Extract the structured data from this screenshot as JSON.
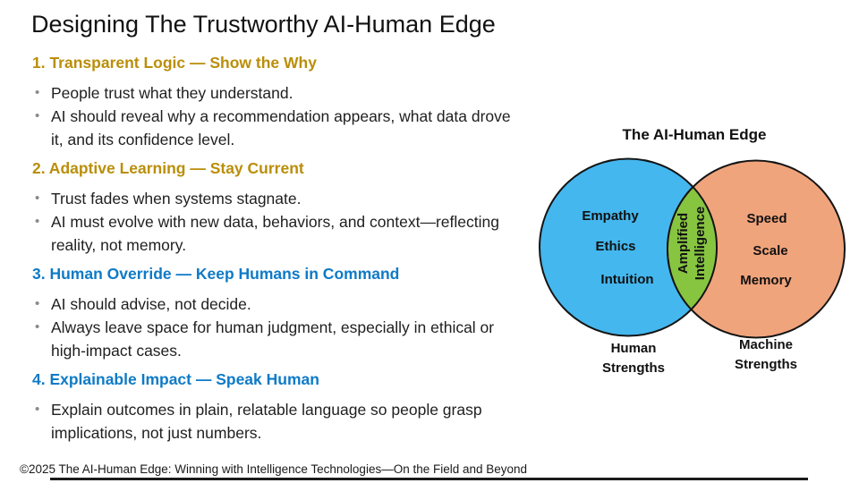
{
  "slide": {
    "title": "Designing The Trustworthy AI-Human Edge",
    "bullet_char": "•",
    "sections": [
      {
        "heading": "1. Transparent Logic — Show the Why",
        "heading_color": "#BA8E09",
        "bullets": [
          {
            "lines": [
              "People trust what they understand."
            ]
          },
          {
            "lines": [
              "AI should reveal why a recommendation appears, what data drove",
              "it, and its confidence level."
            ]
          }
        ]
      },
      {
        "heading": "2. Adaptive Learning — Stay Current",
        "heading_color": "#BA8E09",
        "bullets": [
          {
            "lines": [
              "Trust fades when systems stagnate."
            ]
          },
          {
            "lines": [
              "AI must evolve with new data, behaviors, and context—reflecting",
              "reality, not memory."
            ]
          }
        ]
      },
      {
        "heading": "3. Human Override — Keep Humans in Command",
        "heading_color": "#0E7AC6",
        "bullets": [
          {
            "lines": [
              "AI should advise, not decide."
            ]
          },
          {
            "lines": [
              "Always leave space for human judgment, especially in ethical or",
              "high-impact cases."
            ]
          }
        ]
      },
      {
        "heading": "4. Explainable Impact — Speak Human",
        "heading_color": "#0E7AC6",
        "bullets": [
          {
            "lines": [
              "Explain outcomes in plain, relatable language so people grasp",
              "implications, not just numbers."
            ]
          }
        ]
      }
    ],
    "footer": "©2025 The AI-Human Edge: Winning with Intelligence Technologies—On the Field and Beyond"
  },
  "venn": {
    "title": "The AI-Human Edge",
    "outline_color": "#141414",
    "left_circle": {
      "color": "#44B7EE",
      "items": [
        "Empathy",
        "Ethics",
        "Intuition"
      ],
      "label_line1": "Human",
      "label_line2": "Strengths"
    },
    "right_circle": {
      "color": "#F0A47C",
      "items": [
        "Speed",
        "Scale",
        "Memory"
      ],
      "label_line1": "Machine",
      "label_line2": "Strengths"
    },
    "overlap": {
      "color": "#87C541",
      "line1": "Amplified",
      "line2": "Intelligence"
    }
  }
}
